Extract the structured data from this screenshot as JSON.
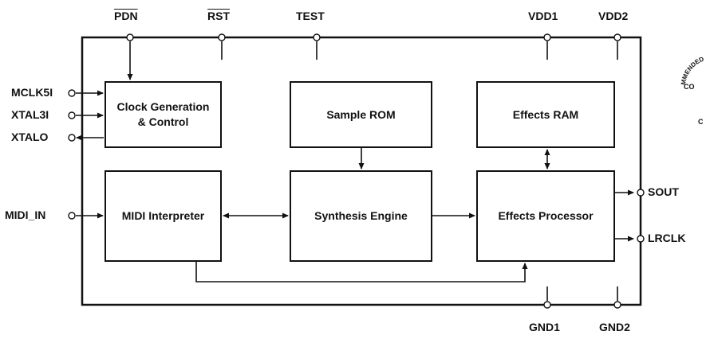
{
  "pins_top": {
    "pdn": "PDN",
    "rst": "RST",
    "test": "TEST",
    "vdd1": "VDD1",
    "vdd2": "VDD2"
  },
  "pins_left": {
    "mclk": "MCLK5I",
    "xtal3i": "XTAL3I",
    "xtalo": "XTALO",
    "midi_in": "MIDI_IN"
  },
  "pins_right": {
    "sout": "SOUT",
    "lrclk": "LRCLK"
  },
  "pins_bottom": {
    "gnd1": "GND1",
    "gnd2": "GND2"
  },
  "blocks": {
    "clock_line1": "Clock Generation",
    "clock_line2": "& Control",
    "sample_rom": "Sample ROM",
    "effects_ram": "Effects RAM",
    "midi_interpreter": "MIDI Interpreter",
    "synthesis_engine": "Synthesis Engine",
    "effects_processor": "Effects Processor"
  },
  "stamp": {
    "fragment_arc": "MMENDED",
    "fragment_arc2": "CO",
    "fragment_bottom": "C"
  }
}
